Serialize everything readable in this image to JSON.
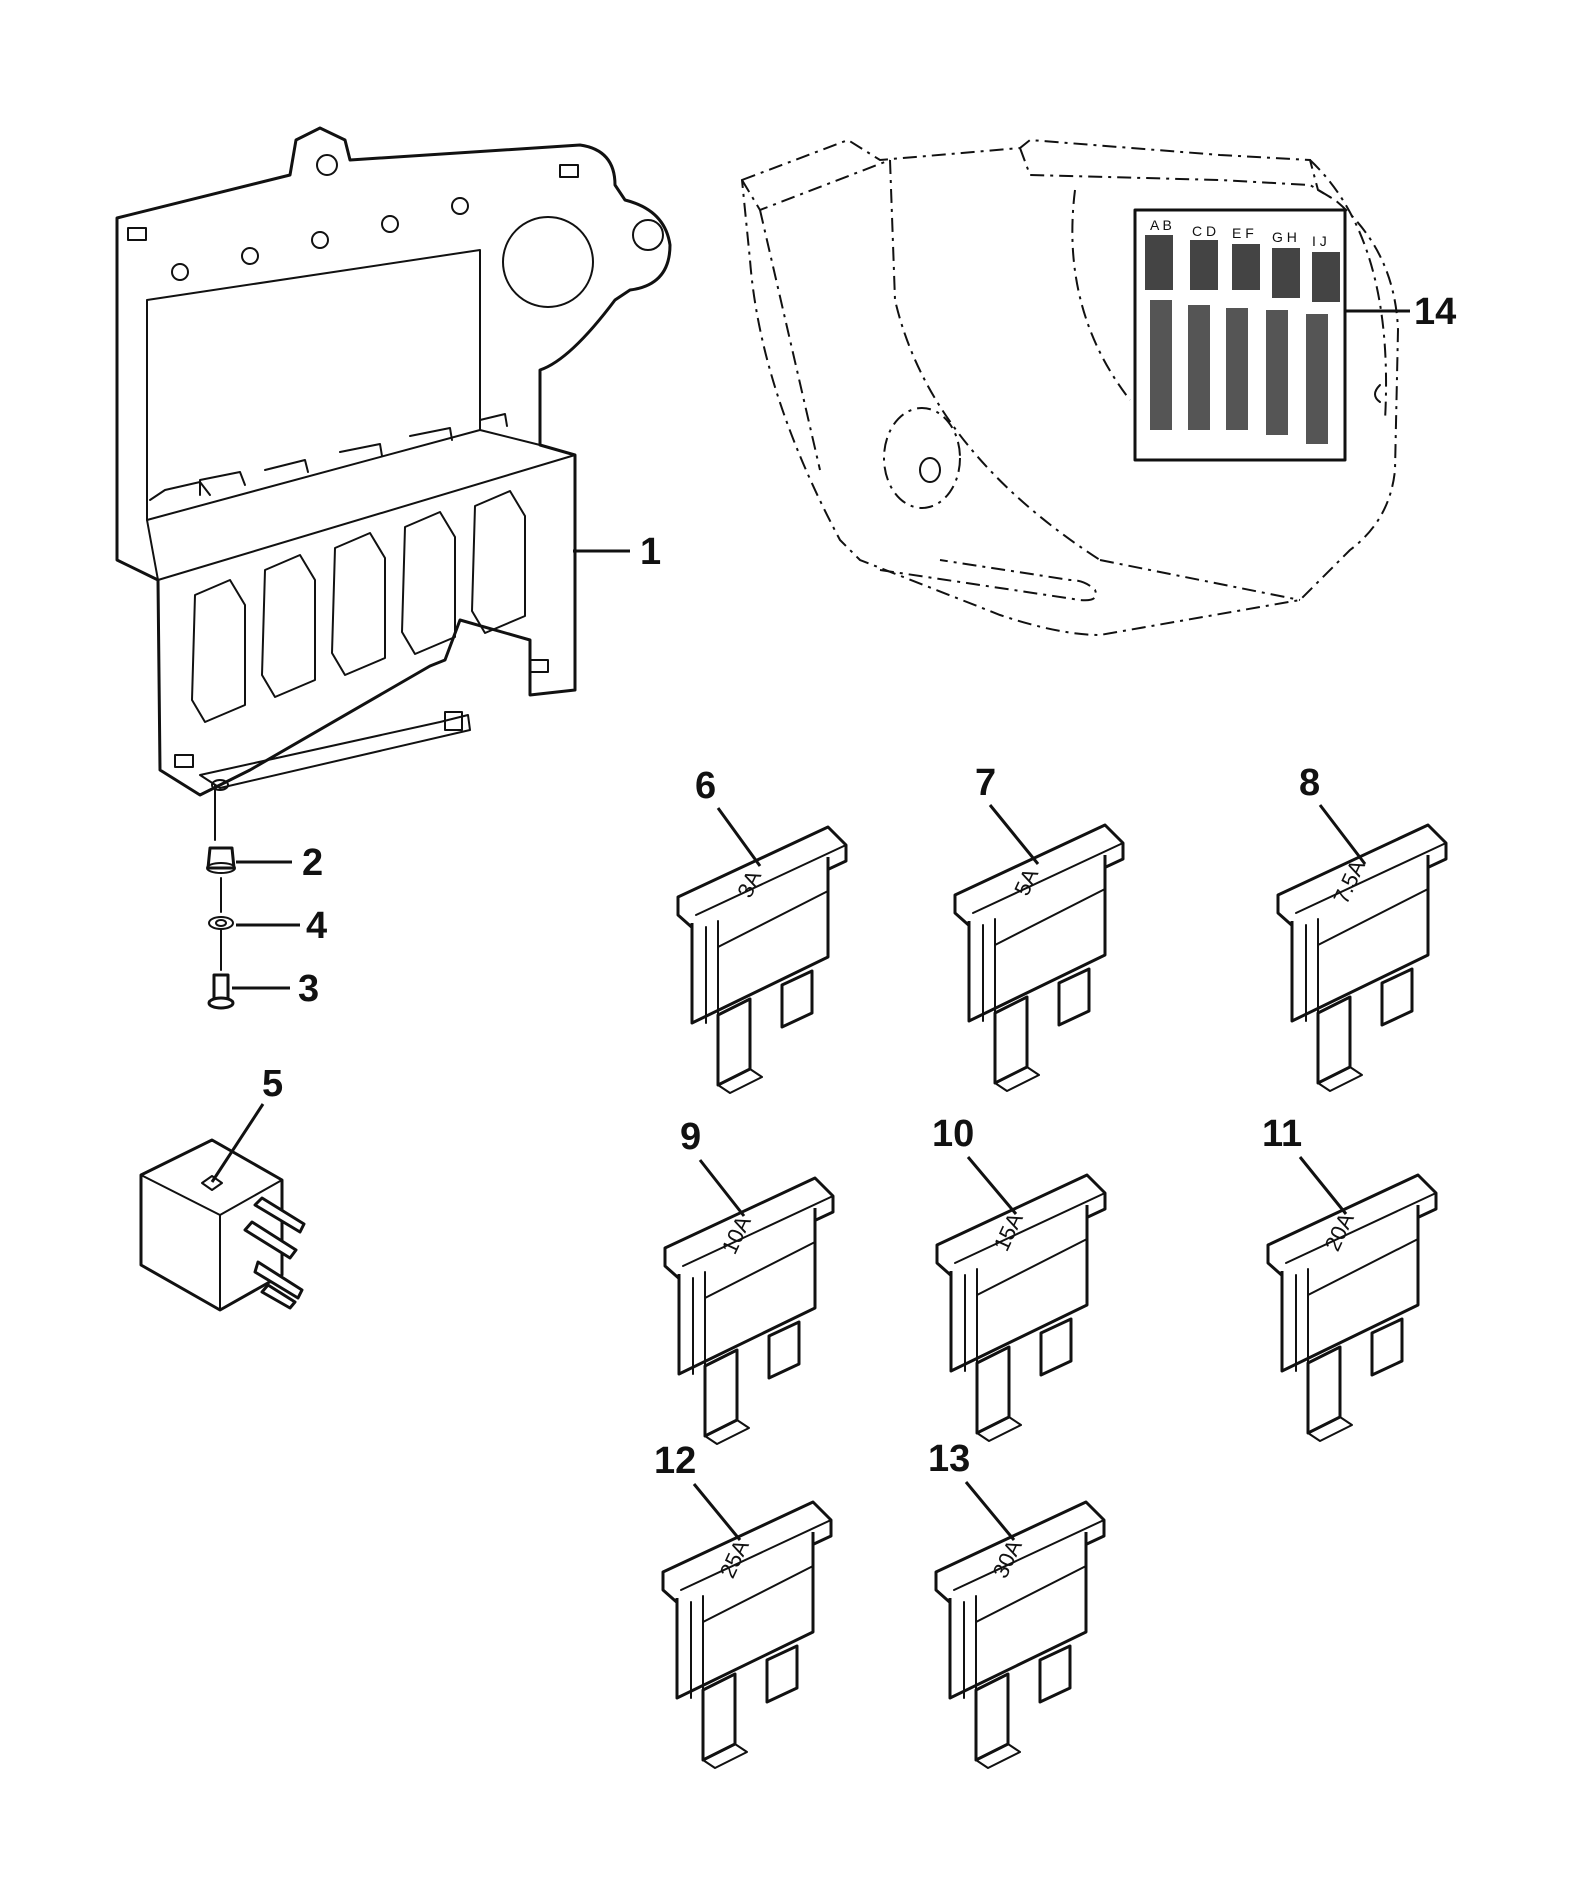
{
  "callouts": {
    "c1": "1",
    "c2": "2",
    "c3": "3",
    "c4": "4",
    "c5": "5",
    "c6": "6",
    "c7": "7",
    "c8": "8",
    "c9": "9",
    "c10": "10",
    "c11": "11",
    "c12": "12",
    "c13": "13",
    "c14": "14"
  },
  "fuse_ratings": {
    "f6": "3A",
    "f7": "5A",
    "f8": "7.5A",
    "f9": "10A",
    "f10": "15A",
    "f11": "20A",
    "f12": "25A",
    "f13": "30A"
  },
  "label_columns": [
    "A B",
    "C D",
    "E F",
    "G H",
    "I J"
  ]
}
